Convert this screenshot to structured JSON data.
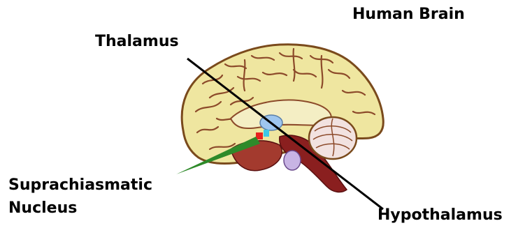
{
  "title": "Human Brain",
  "labels": {
    "thalamus": "Thalamus",
    "scn_line1": "Suprachiasmatic",
    "scn_line2": "Nucleus",
    "hypothalamus": "Hypothalamus"
  },
  "colors": {
    "cortex_fill": "#efe6a0",
    "cortex_outline": "#7a4a1c",
    "sulci": "#8c4a2a",
    "brainstem": "#8a1f1f",
    "cerebellum": "#f2e2e0",
    "thalamus_region": "#9ec6ef",
    "scn_red": "#e8221f",
    "scn_cyan": "#3ec8e8",
    "scn_pointer": "#2e8a2a",
    "leader_line": "#000000"
  }
}
